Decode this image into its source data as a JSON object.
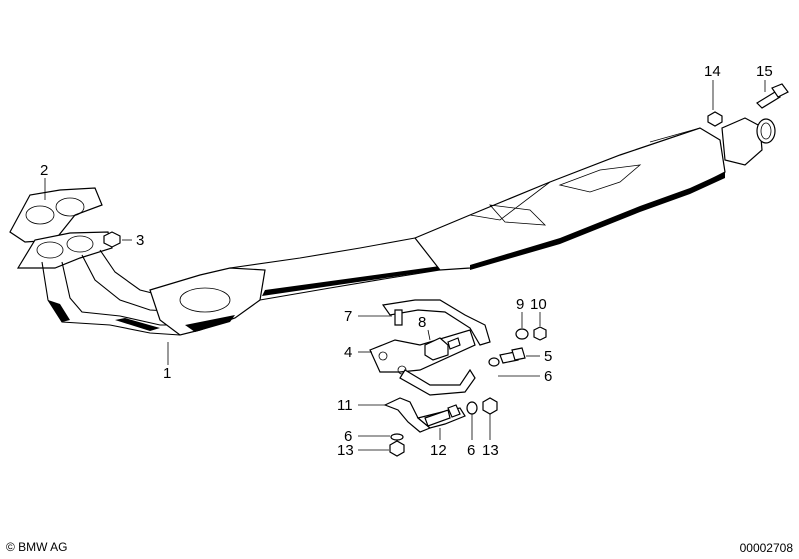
{
  "diagram": {
    "callouts": {
      "c1": "1",
      "c2": "2",
      "c3": "3",
      "c4": "4",
      "c5": "5",
      "c6a": "6",
      "c6b": "6",
      "c6c": "6",
      "c7": "7",
      "c8": "8",
      "c9": "9",
      "c10": "10",
      "c11": "11",
      "c12": "12",
      "c13a": "13",
      "c13b": "13",
      "c14": "14",
      "c15": "15"
    }
  },
  "footer": {
    "copyright": "© BMW AG",
    "doc_number": "00002708"
  }
}
